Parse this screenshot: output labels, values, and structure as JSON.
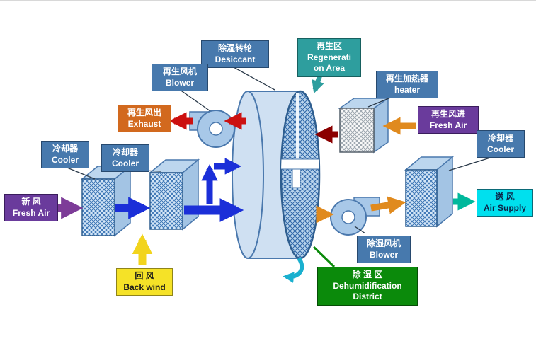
{
  "labels": {
    "desiccant": {
      "zh": "除湿转轮",
      "en": "Desiccant"
    },
    "regen_area": {
      "zh": "再生区",
      "en1": "Regenerati",
      "en2": "on Area"
    },
    "regen_blower": {
      "zh": "再生风机",
      "en": "Blower"
    },
    "regen_heater": {
      "zh": "再生加热器",
      "en": "heater"
    },
    "exhaust": {
      "zh": "再生风出",
      "en": "Exhaust"
    },
    "regen_fresh": {
      "zh": "再生风进",
      "en": "Fresh Air"
    },
    "cooler_left": {
      "zh": "冷却器",
      "en": "Cooler"
    },
    "cooler_mid": {
      "zh": "冷却器",
      "en": "Cooler"
    },
    "cooler_right": {
      "zh": "冷却器",
      "en": "Cooler"
    },
    "fresh_air": {
      "zh": "新  风",
      "en": "Fresh Air"
    },
    "air_supply": {
      "zh": "送  风",
      "en": "Air Supply"
    },
    "back_wind": {
      "zh": "回  风",
      "en": "Back wind"
    },
    "dehumid_blower": {
      "zh": "除湿风机",
      "en": "Blower"
    },
    "dehumid_district": {
      "zh": "除  湿  区",
      "en1": "Dehumidification",
      "en2": "District"
    }
  },
  "colors": {
    "label_steel_blue": "#4779ad",
    "label_teal": "#2e9e9e",
    "label_orange": "#d2691e",
    "label_purple": "#6a3b9c",
    "label_cyan": "#00e0ee",
    "label_yellow": "#f5e227",
    "label_green": "#0b8a0b",
    "arrow_blue": "#1b2fd8",
    "arrow_purple": "#7d3c98",
    "arrow_yellow": "#f2d41c",
    "arrow_red": "#cc1111",
    "arrow_dark_red": "#8b0000",
    "arrow_orange": "#e08a1e",
    "arrow_supply_teal": "#00b89c",
    "wheel_body": "#cfe0f2",
    "rotation_cyan": "#1ab0cf"
  }
}
